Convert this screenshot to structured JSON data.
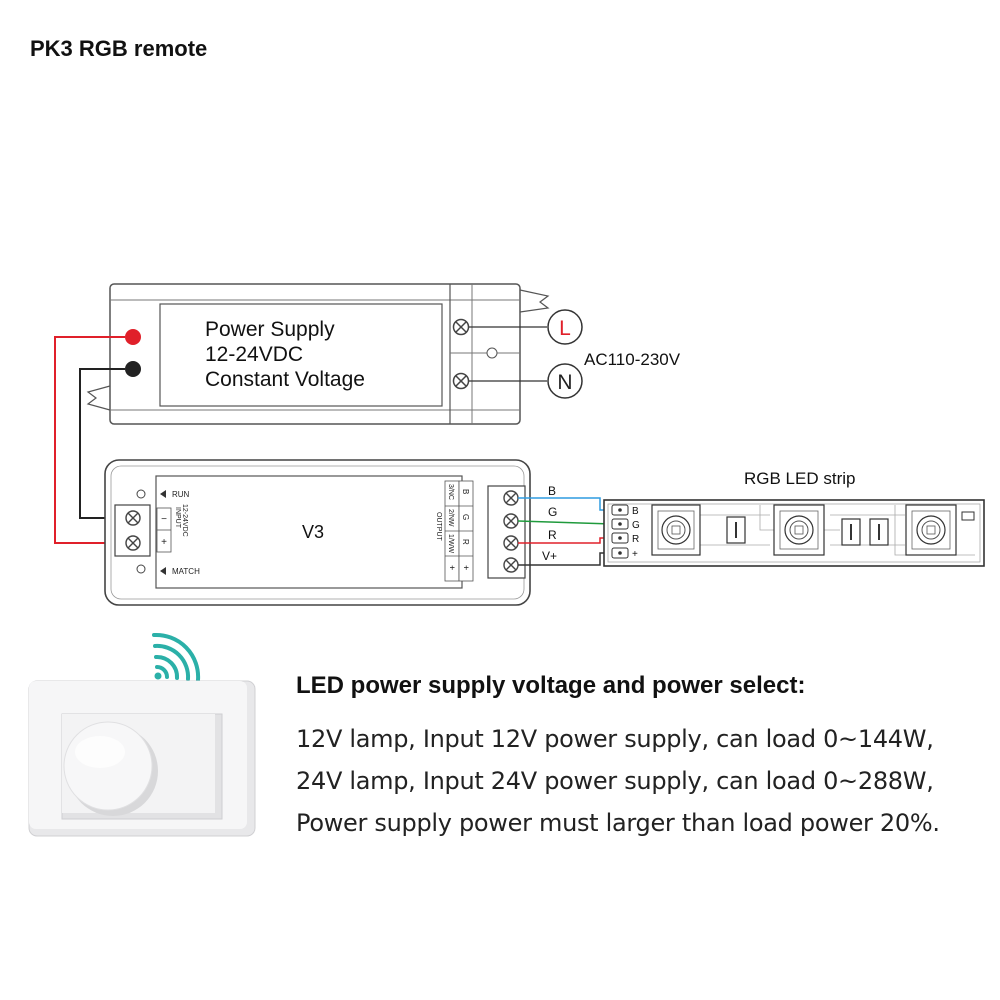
{
  "title": "PK3 RGB remote",
  "power_supply": {
    "line1": "Power Supply",
    "line2": "12-24VDC",
    "line3": "Constant Voltage",
    "live_label": "L",
    "neutral_label": "N",
    "ac_label": "AC110-230V"
  },
  "controller": {
    "name": "V3",
    "run_label": "RUN",
    "match_label": "MATCH",
    "input_label": "INPUT",
    "input_voltage": "12-24VDC",
    "minus": "−",
    "plus": "+",
    "output_label": "OUTPUT",
    "output_channels": [
      "3/NC",
      "2/NW",
      "1/WW",
      "+"
    ],
    "output_letters": [
      "B",
      "G",
      "R",
      "+"
    ]
  },
  "wires": {
    "labels": [
      "B",
      "G",
      "R",
      "V+"
    ],
    "colors": [
      "#2e9be0",
      "#1f9a3c",
      "#e0202a",
      "#333333"
    ]
  },
  "led_strip": {
    "label": "RGB LED strip",
    "pads": [
      "B",
      "G",
      "R",
      "+"
    ]
  },
  "notes": {
    "heading": "LED power supply voltage and power select:",
    "lines": [
      "12V lamp, Input 12V power supply, can load 0~144W,",
      "24V lamp, Input 24V power supply, can load 0~288W,",
      "Power supply power must larger than load power 20%."
    ]
  },
  "colors": {
    "red_terminal": "#e0202a",
    "black_terminal": "#222222",
    "outline": "#555555"
  }
}
